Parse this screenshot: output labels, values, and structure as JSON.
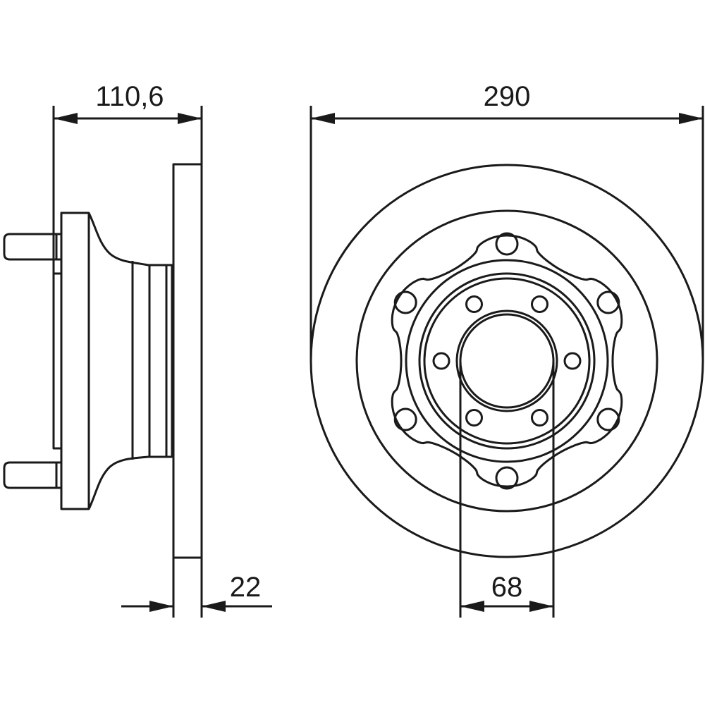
{
  "dimensions": {
    "hub_height": "110,6",
    "disc_diameter": "290",
    "disc_thickness": "22",
    "center_bore": "68"
  },
  "colors": {
    "line": "#1a1a1a",
    "background": "#ffffff"
  }
}
